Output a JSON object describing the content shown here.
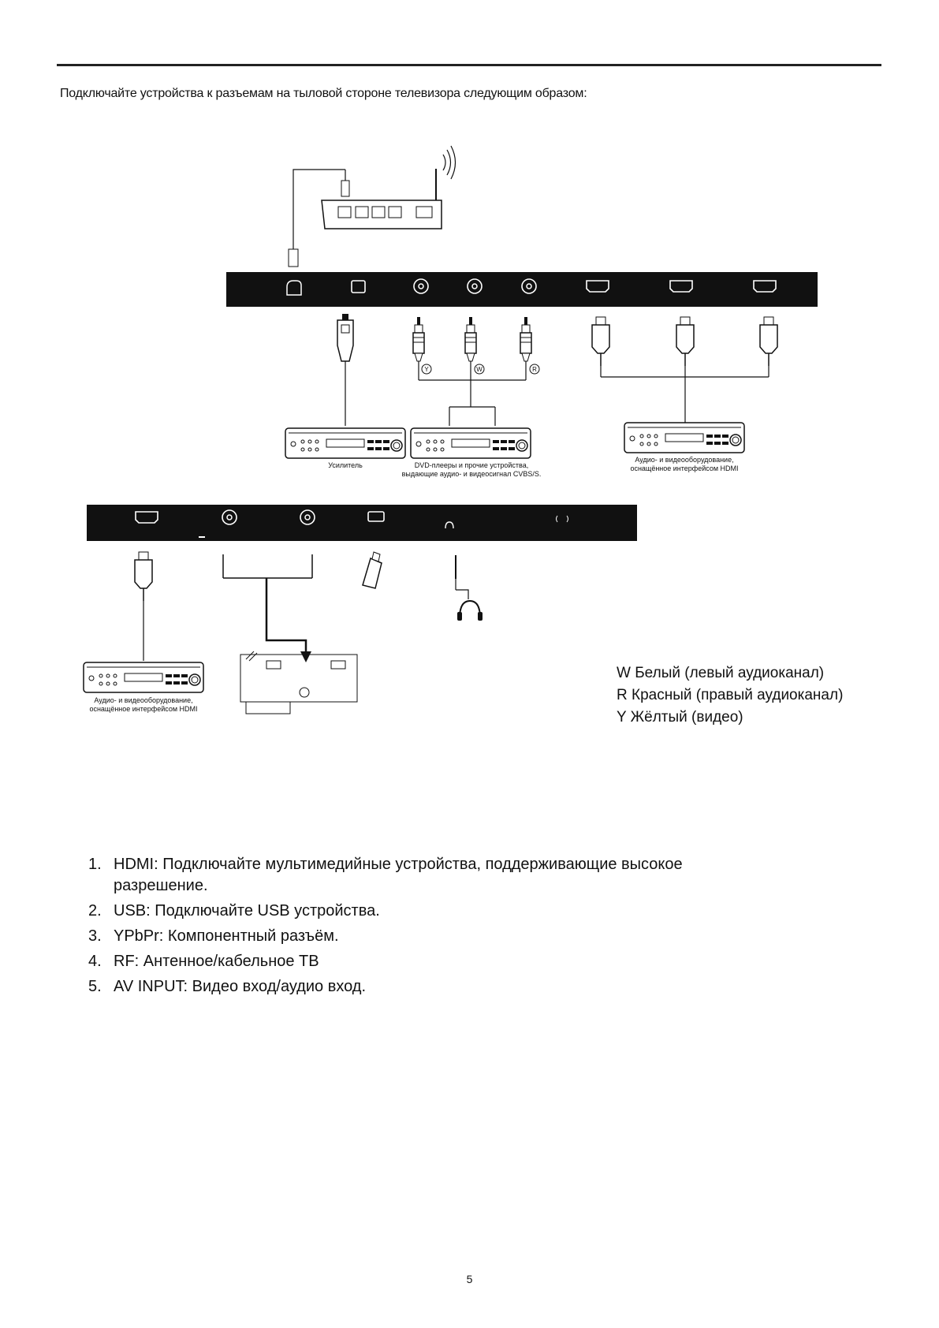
{
  "intro": "Подключайте устройства к разъемам на тыловой стороне телевизора следующим образом:",
  "diagram": {
    "amplifier_label": "Усилитель",
    "dvd_label_line1": "DVD-плееры и прочие устройства,",
    "dvd_label_line2": "выдающие аудио- и видеосигнал CVBS/S.",
    "hdmi_device_line1": "Аудио- и видеооборудование,",
    "hdmi_device_line2": "оснащённое интерфейсом HDMI",
    "hdmi_device2_line1": "Аудио- и видеооборудование,",
    "hdmi_device2_line2": "оснащённое интерфейсом HDMI",
    "cable_y": "Y",
    "cable_w": "W",
    "cable_r": "R"
  },
  "legend": {
    "w": "W Белый (левый аудиоканал)",
    "r": "R Красный (правый аудиоканал)",
    "y": "Y Жёлтый (видео)"
  },
  "notes": [
    {
      "num": "1.",
      "text": "HDMI: Подключайте мультимедийные устройства, поддерживающие высокое разрешение."
    },
    {
      "num": "2.",
      "text": "USB: Подключайте USB устройства."
    },
    {
      "num": "3.",
      "text": "YPbPr: Компонентный разъём."
    },
    {
      "num": "4.",
      "text": "RF: Антенное/кабельное ТВ"
    },
    {
      "num": "5.",
      "text": "AV INPUT: Видео вход/аудио вход."
    }
  ],
  "page_number": "5"
}
